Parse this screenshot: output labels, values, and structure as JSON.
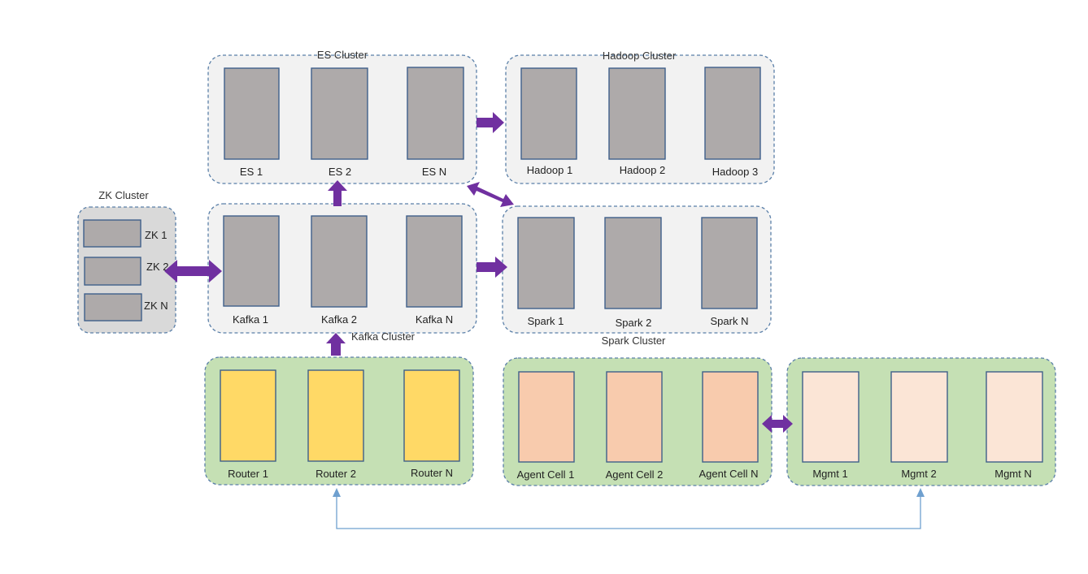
{
  "clusters": {
    "es": {
      "title": "ES Cluster",
      "nodes": [
        "ES 1",
        "ES 2",
        "ES N"
      ]
    },
    "hadoop": {
      "title": "Hadoop Cluster",
      "nodes": [
        "Hadoop 1",
        "Hadoop 2",
        "Hadoop 3"
      ]
    },
    "zk": {
      "title": "ZK Cluster",
      "nodes": [
        "ZK 1",
        "ZK 2",
        "ZK N"
      ]
    },
    "kafka": {
      "title": "Kafka Cluster",
      "nodes": [
        "Kafka 1",
        "Kafka 2",
        "Kafka N"
      ]
    },
    "spark": {
      "title": "Spark Cluster",
      "nodes": [
        "Spark 1",
        "Spark 2",
        "Spark N"
      ]
    },
    "router": {
      "nodes": [
        "Router 1",
        "Router 2",
        "Router N"
      ]
    },
    "agent": {
      "nodes": [
        "Agent Cell 1",
        "Agent Cell 2",
        "Agent Cell N"
      ]
    },
    "mgmt": {
      "nodes": [
        "Mgmt 1",
        "Mgmt 2",
        "Mgmt N"
      ]
    }
  },
  "colors": {
    "arrow": "#7030a0",
    "node_grey": "#aeaaaa",
    "node_yellow": "#ffd966",
    "node_salmon": "#f8cbad",
    "node_peach": "#fbe5d6",
    "cluster_green": "#c5e0b4",
    "cluster_grey": "#f2f2f2",
    "link_blue": "#6fa0cf"
  }
}
